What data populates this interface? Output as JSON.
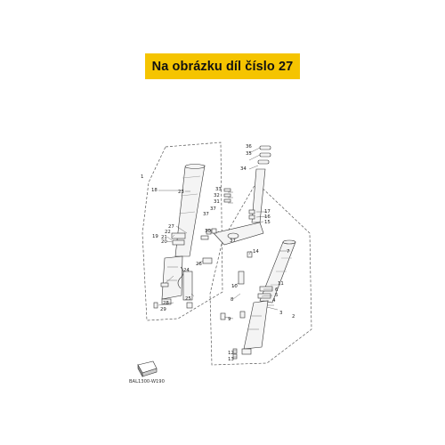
{
  "banner": {
    "text": "Na obrázku díl číslo 27",
    "color": "#f5c400"
  },
  "diagram": {
    "code": "BAL1300-W190",
    "callouts": [
      "1",
      "2",
      "3",
      "4",
      "5",
      "6",
      "7",
      "8",
      "9",
      "10",
      "11",
      "12",
      "13",
      "14",
      "15",
      "16",
      "17",
      "18",
      "19",
      "20",
      "21",
      "22",
      "23",
      "24",
      "25",
      "26",
      "27",
      "28",
      "29",
      "30",
      "31",
      "32",
      "33",
      "34",
      "35",
      "36",
      "37"
    ]
  }
}
